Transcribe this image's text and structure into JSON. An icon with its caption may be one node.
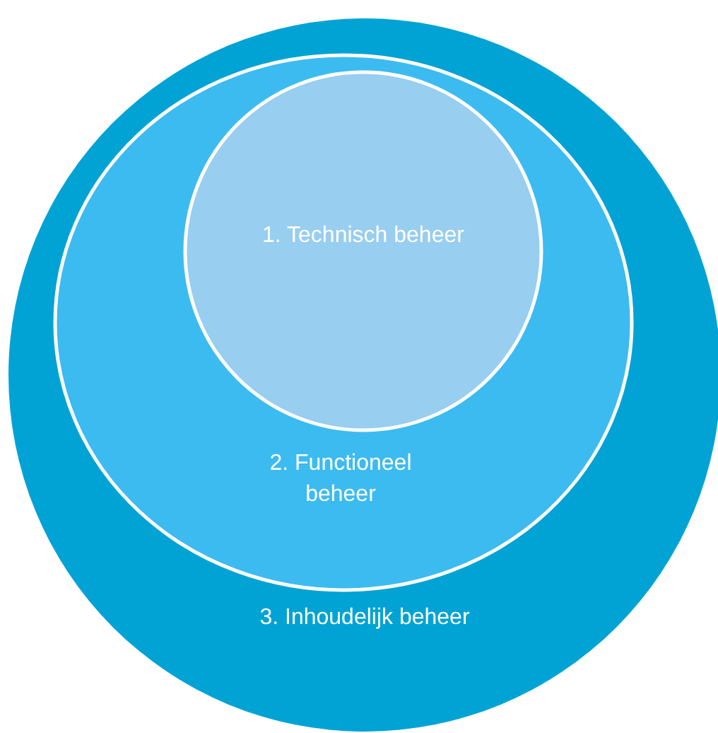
{
  "diagram": {
    "nodes": [
      {
        "text": [
          "3. Inhoudelijk beheer"
        ]
      },
      {
        "text": [
          "2. Functioneel beheer"
        ],
        "in": 0
      },
      {
        "text": [
          "1. Technisch beheer"
        ],
        "in": 1
      }
    ]
  }
}
